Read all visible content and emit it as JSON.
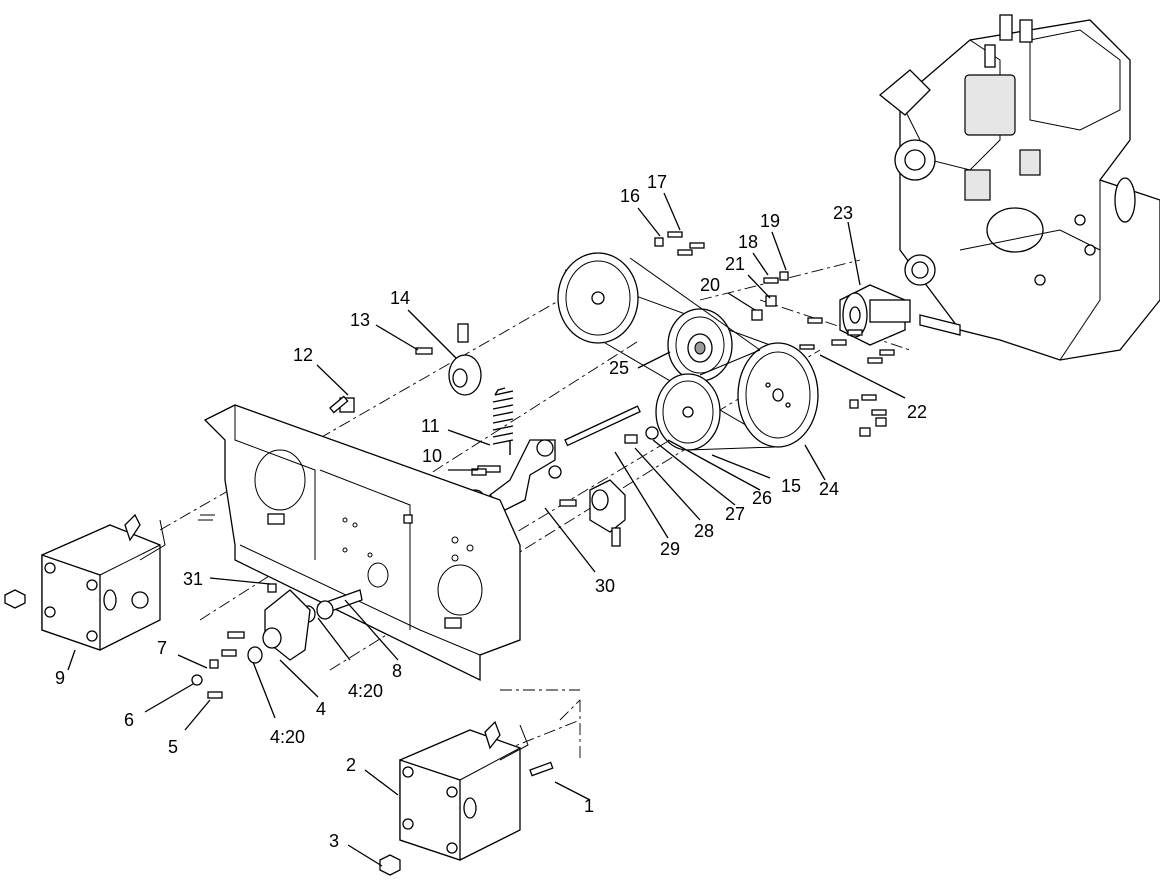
{
  "callouts": [
    {
      "id": "c1",
      "text": "1"
    },
    {
      "id": "c2",
      "text": "2"
    },
    {
      "id": "c3",
      "text": "3"
    },
    {
      "id": "c4",
      "text": "4"
    },
    {
      "id": "c4a",
      "text": "4:20"
    },
    {
      "id": "c4b",
      "text": "4:20"
    },
    {
      "id": "c5",
      "text": "5"
    },
    {
      "id": "c6",
      "text": "6"
    },
    {
      "id": "c7",
      "text": "7"
    },
    {
      "id": "c8",
      "text": "8"
    },
    {
      "id": "c9",
      "text": "9"
    },
    {
      "id": "c10",
      "text": "10"
    },
    {
      "id": "c11",
      "text": "11"
    },
    {
      "id": "c12",
      "text": "12"
    },
    {
      "id": "c13",
      "text": "13"
    },
    {
      "id": "c14",
      "text": "14"
    },
    {
      "id": "c15",
      "text": "15"
    },
    {
      "id": "c16",
      "text": "16"
    },
    {
      "id": "c17",
      "text": "17"
    },
    {
      "id": "c18",
      "text": "18"
    },
    {
      "id": "c19",
      "text": "19"
    },
    {
      "id": "c20",
      "text": "20"
    },
    {
      "id": "c21",
      "text": "21"
    },
    {
      "id": "c22",
      "text": "22"
    },
    {
      "id": "c23",
      "text": "23"
    },
    {
      "id": "c24",
      "text": "24"
    },
    {
      "id": "c25",
      "text": "25"
    },
    {
      "id": "c26",
      "text": "26"
    },
    {
      "id": "c27",
      "text": "27"
    },
    {
      "id": "c28",
      "text": "28"
    },
    {
      "id": "c29",
      "text": "29"
    },
    {
      "id": "c30",
      "text": "30"
    },
    {
      "id": "c31",
      "text": "31"
    }
  ]
}
